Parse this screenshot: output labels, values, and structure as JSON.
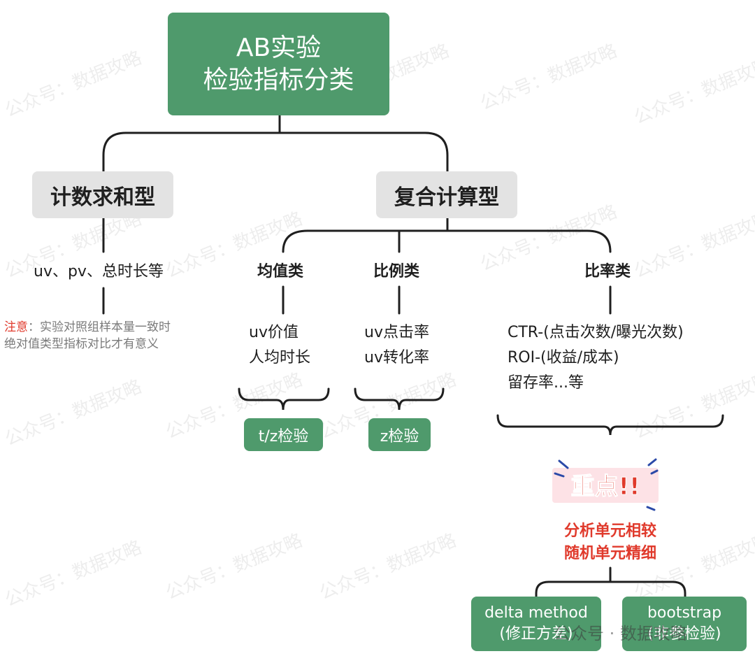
{
  "root": {
    "line1": "AB实验",
    "line2": "检验指标分类"
  },
  "categories": {
    "sum": "计数求和型",
    "compound": "复合计算型"
  },
  "sum_branch": {
    "examples": "uv、pv、总时长等",
    "note_prefix": "注意",
    "note_line1": "：实验对照组样本量一致时",
    "note_line2": "绝对值类型指标对比才有意义"
  },
  "mean": {
    "title": "均值类",
    "items": [
      "uv价值",
      "人均时长"
    ],
    "test": "t/z检验"
  },
  "proportion": {
    "title": "比例类",
    "items": [
      "uv点击率",
      "uv转化率"
    ],
    "test": "z检验"
  },
  "ratio": {
    "title": "比率类",
    "items": [
      "CTR-(点击次数/曝光次数)",
      "ROI-(收益/成本)",
      "留存率...等"
    ],
    "badge": "重点!!",
    "highlight_line1": "分析单元相较",
    "highlight_line2": "随机单元精细",
    "methods": [
      {
        "line1": "delta method",
        "line2": "(修正方差)"
      },
      {
        "line1": "bootstrap",
        "line2": "(非参检验)"
      }
    ]
  },
  "footer_watermark": "公众号 · 数据攻略",
  "watermark_text": "公众号：数据攻略",
  "colors": {
    "green": "#4f9a6c",
    "gray": "#e3e3e3",
    "red": "#e03a2c"
  }
}
